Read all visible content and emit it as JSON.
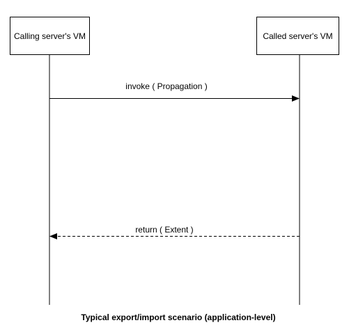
{
  "participants": [
    {
      "label": "Calling server's VM"
    },
    {
      "label": "Called server's VM"
    }
  ],
  "messages": [
    {
      "label": "invoke ( Propagation )",
      "from": 0,
      "to": 1,
      "style": "solid"
    },
    {
      "label": "return ( Extent )",
      "from": 1,
      "to": 0,
      "style": "dashed"
    }
  ],
  "caption": "Typical export/import scenario (application-level)"
}
